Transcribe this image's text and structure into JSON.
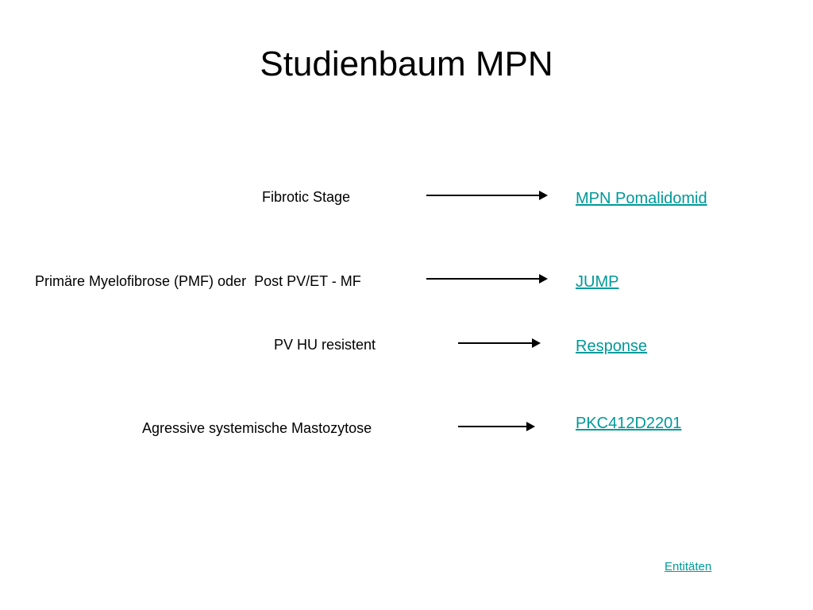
{
  "slide": {
    "title": "Studienbaum MPN",
    "link_color": "#009999",
    "rows": [
      {
        "label": "Fibrotic Stage",
        "link": "MPN Pomalidomid"
      },
      {
        "label": "Primäre Myelofibrose (PMF) oder  Post PV/ET - MF",
        "link": "JUMP"
      },
      {
        "label": "PV HU resistent",
        "link": "Response"
      },
      {
        "label": "Agressive systemische Mastozytose",
        "link": "PKC412D2201"
      }
    ],
    "footer_link": "Entitäten",
    "arrow_icon": "right-arrow-icon"
  }
}
